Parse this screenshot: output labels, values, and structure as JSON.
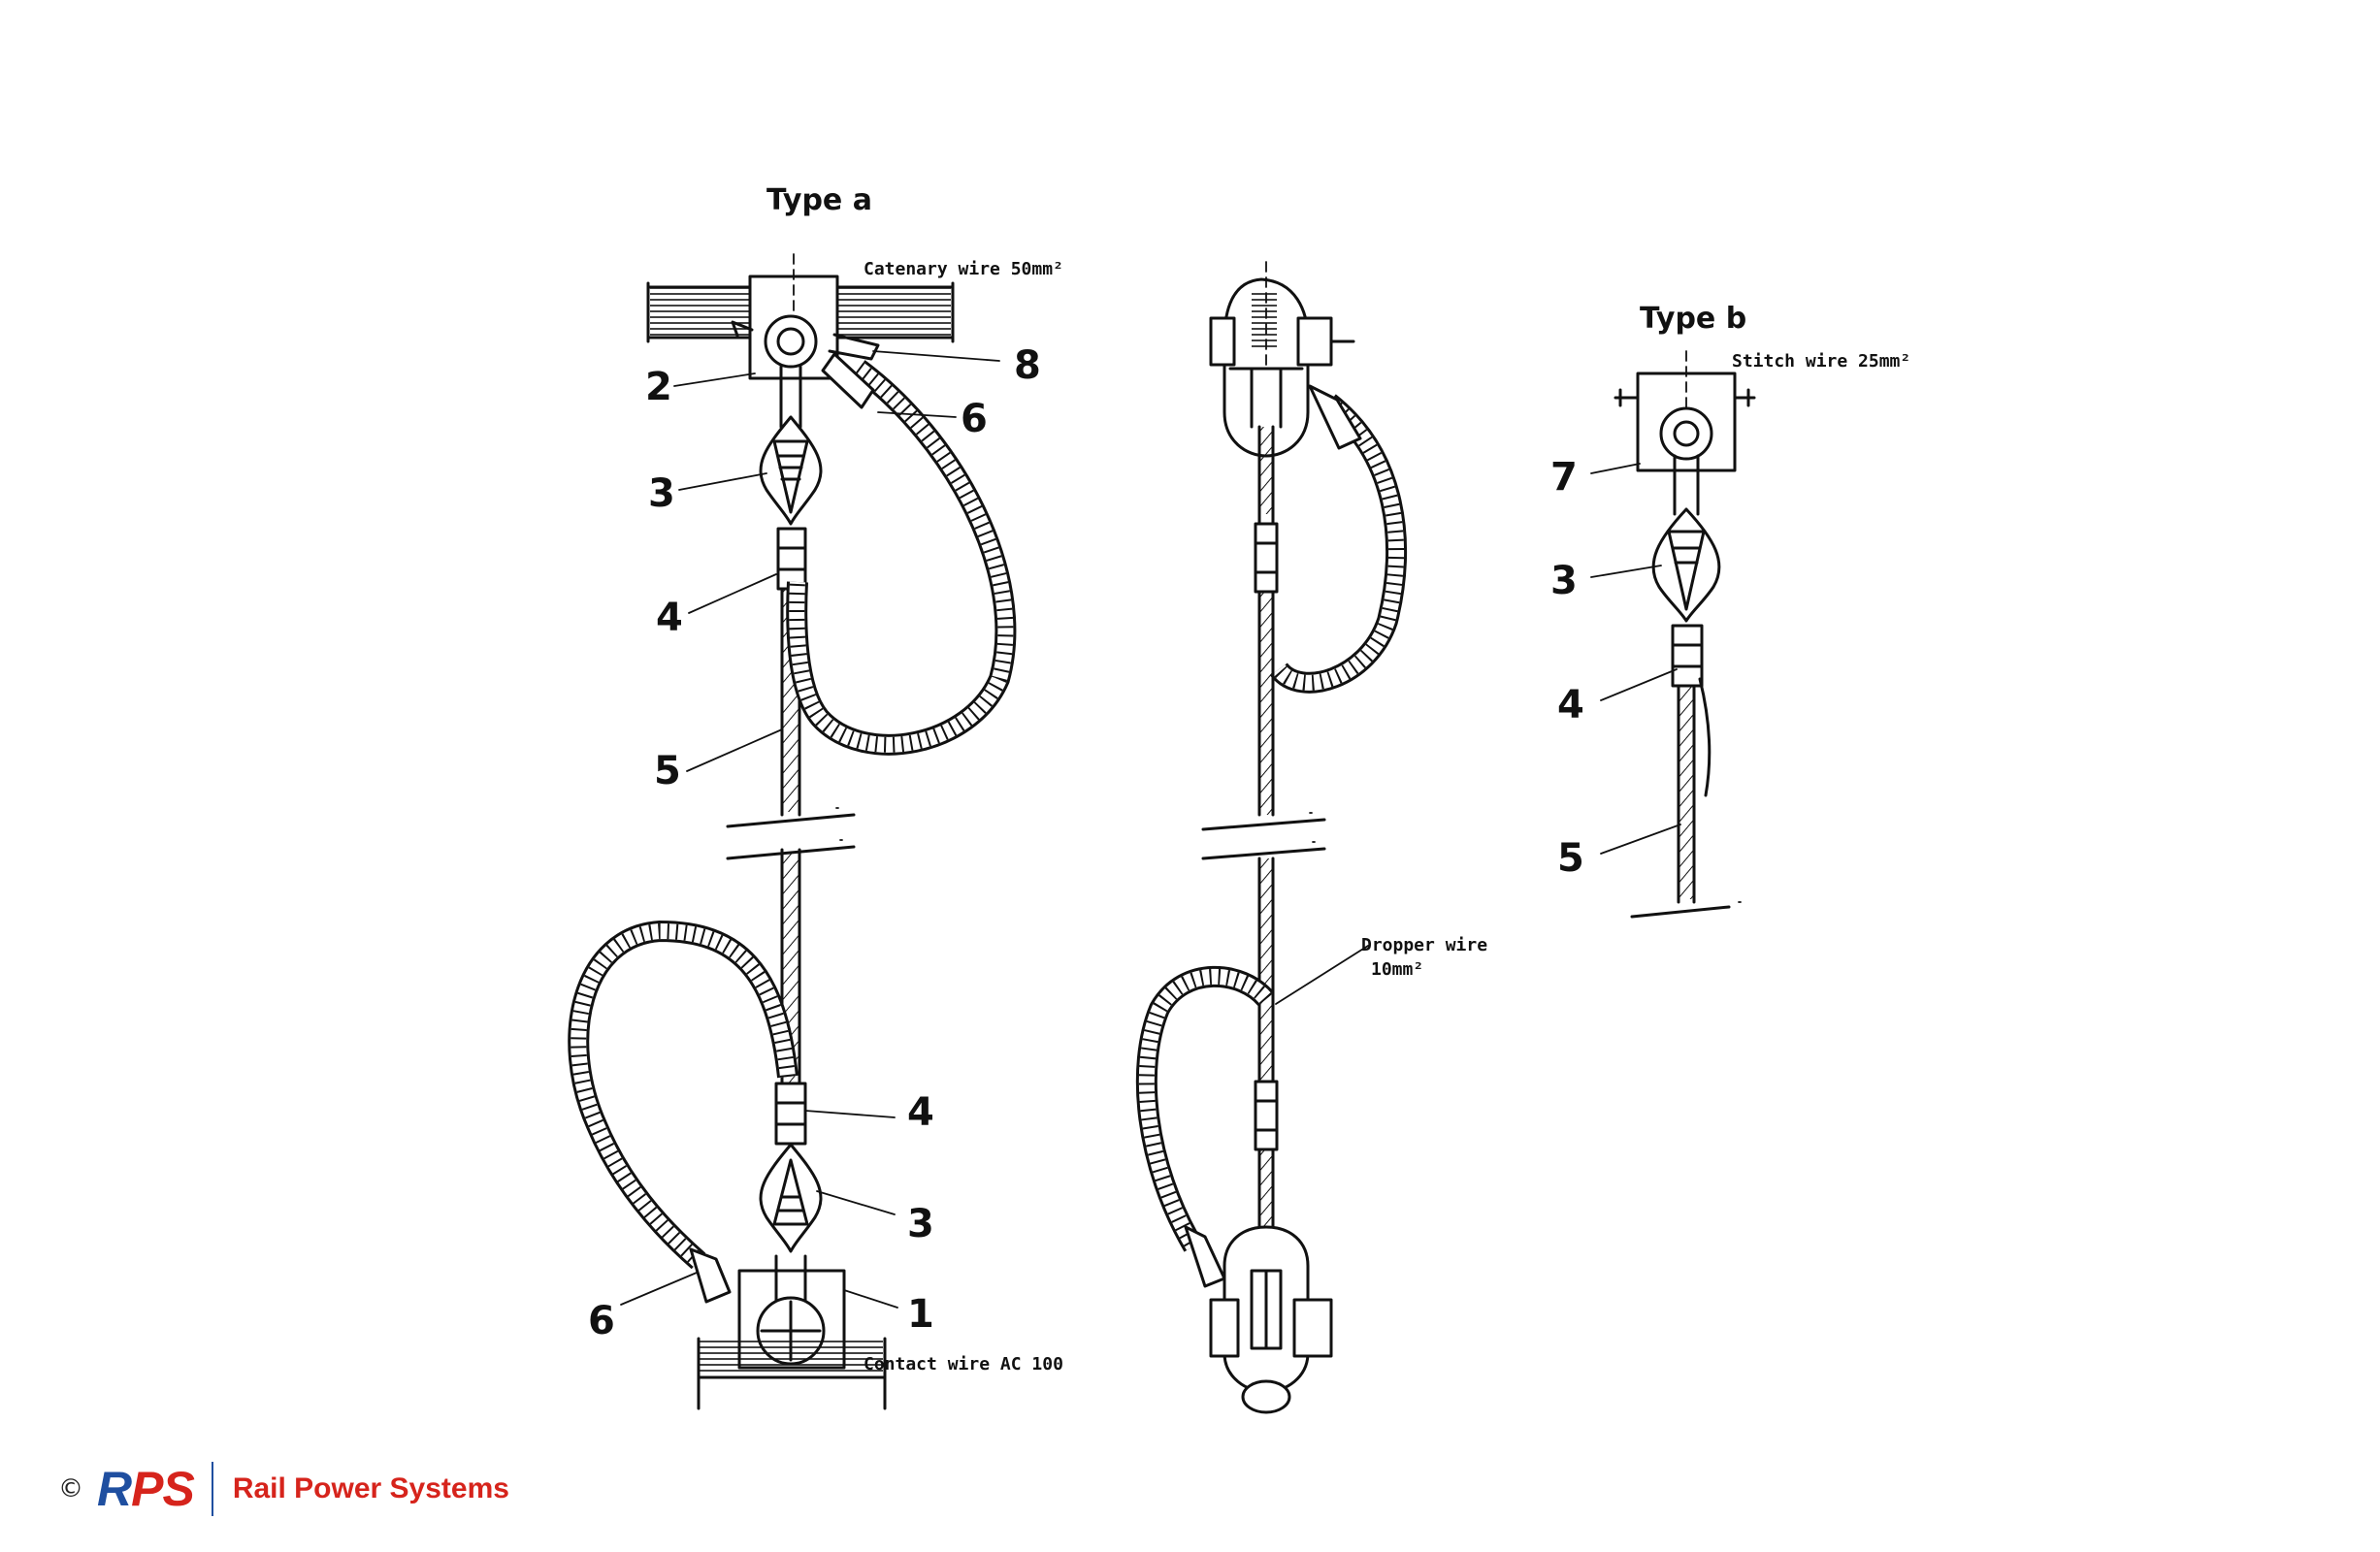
{
  "type_a": {
    "title": "Type a",
    "catenary_note": "Catenary wire 50mm²",
    "contact_note": "Contact wire AC 100",
    "labels": {
      "n8": "8",
      "n2": "2",
      "n6_top": "6",
      "n3_top": "3",
      "n4_top": "4",
      "n5": "5",
      "n4_bottom": "4",
      "n3_bottom": "3",
      "n6_bottom": "6",
      "n1": "1"
    }
  },
  "middle": {
    "dropper_note_line1": "Dropper wire",
    "dropper_note_line2": "10mm²"
  },
  "type_b": {
    "title": "Type b",
    "stitch_note": "Stitch wire 25mm²",
    "labels": {
      "n7": "7",
      "n3": "3",
      "n4": "4",
      "n5": "5"
    }
  },
  "footer": {
    "copyright": "©",
    "logo_r": "R",
    "logo_ps": "PS",
    "company": "Rail Power Systems"
  },
  "colors": {
    "ink": "#111111",
    "brand_blue": "#1f4fa0",
    "brand_red": "#d6241c"
  }
}
